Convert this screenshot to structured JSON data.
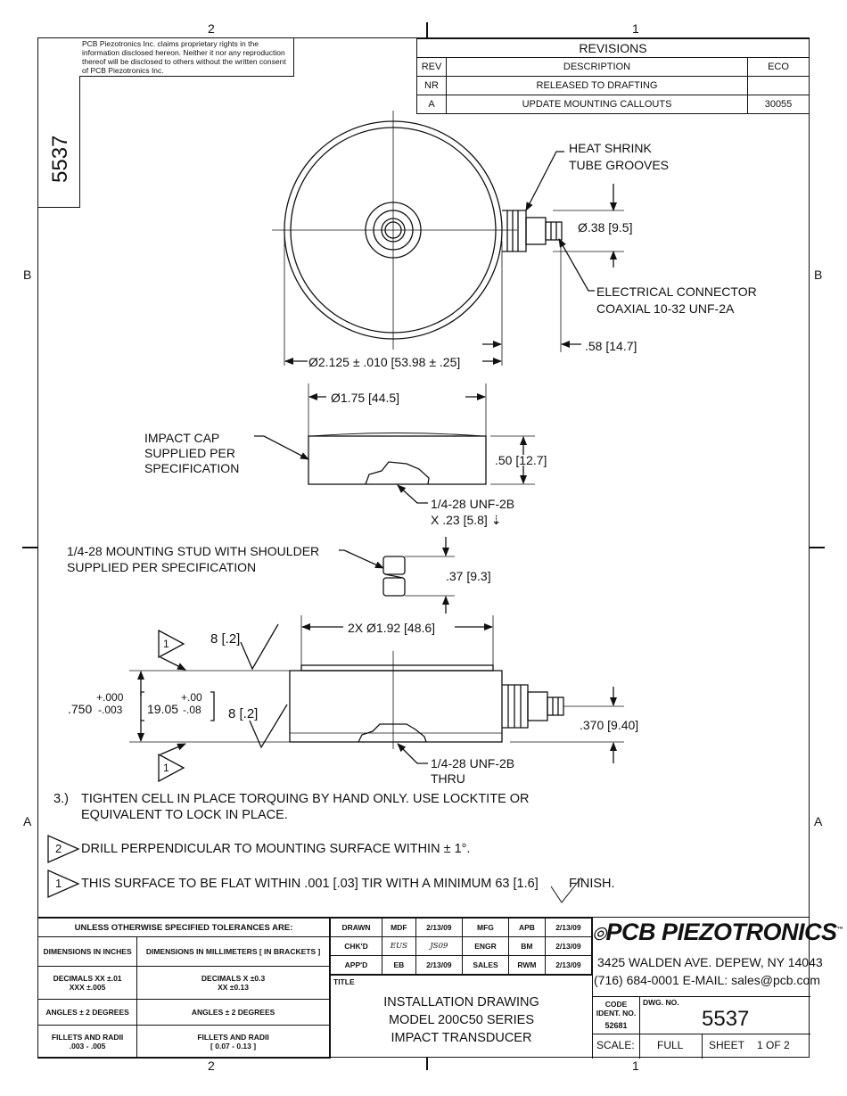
{
  "zones": {
    "top_left": "2",
    "top_right": "1",
    "bottom_left": "2",
    "bottom_right": "1",
    "left_upper": "B",
    "right_upper": "B",
    "left_lower": "A",
    "right_lower": "A"
  },
  "proprietary_notice": "PCB Piezotronics Inc. claims proprietary rights in the information disclosed hereon. Neither it nor any reproduction thereof will be disclosed to others without the written consent of PCB Piezotronics Inc.",
  "drawing_number_side": "5537",
  "revisions": {
    "title": "REVISIONS",
    "headers": {
      "rev": "REV",
      "description": "DESCRIPTION",
      "eco": "ECO"
    },
    "rows": [
      {
        "rev": "NR",
        "description": "RELEASED TO DRAFTING",
        "eco": ""
      },
      {
        "rev": "A",
        "description": "UPDATE MOUNTING CALLOUTS",
        "eco": "30055"
      }
    ]
  },
  "callouts": {
    "heat_shrink_1": "HEAT SHRINK",
    "heat_shrink_2": "TUBE GROOVES",
    "connector_dia": "Ø.38 [9.5]",
    "elec_conn_1": "ELECTRICAL CONNECTOR",
    "elec_conn_2": "COAXIAL 10-32 UNF-2A",
    "body_dia": "Ø2.125 ± .010 [53.98 ± .25]",
    "conn_len": ".58 [14.7]",
    "cap_dia": "Ø1.75 [44.5]",
    "impact_cap_1": "IMPACT CAP",
    "impact_cap_2": "SUPPLIED PER",
    "impact_cap_3": "SPECIFICATION",
    "cap_height": ".50 [12.7]",
    "thread_1": "1/4-28 UNF-2B",
    "thread_2": "X .23 [5.8] ⇣",
    "stud_1": "1/4-28 MOUNTING STUD WITH SHOULDER",
    "stud_2": "SUPPLIED PER SPECIFICATION",
    "stud_len": ".37 [9.3]",
    "base_dia": "2X Ø1.92 [48.6]",
    "finish_top": "8 [.2]",
    "finish_bot": "8 [.2]",
    "height_in": ".750",
    "tol_in_plus": "+.000",
    "tol_in_minus": "-.003",
    "height_mm": "19.05",
    "tol_mm_plus": "+.00",
    "tol_mm_minus": "-.08",
    "flag_1_top": "1",
    "flag_1_bot": "1",
    "conn_height": ".370 [9.40]",
    "thru_1": "1/4-28 UNF-2B",
    "thru_2": "THRU"
  },
  "notes": {
    "n3_num": "3.)",
    "n3_line1": "TIGHTEN CELL IN PLACE TORQUING BY HAND ONLY.  USE LOCKTITE OR",
    "n3_line2": "EQUIVALENT TO LOCK IN PLACE.",
    "n2_flag": "2",
    "n2_text": "DRILL PERPENDICULAR TO MOUNTING SURFACE WITHIN ± 1°.",
    "n1_flag": "1",
    "n1_text": "THIS SURFACE TO BE FLAT WITHIN .001 [.03] TIR WITH A MINIMUM 63 [1.6]",
    "n1_finish": "FINISH."
  },
  "tolerances": {
    "title": "UNLESS OTHERWISE SPECIFIED TOLERANCES ARE:",
    "in_header": "DIMENSIONS IN INCHES",
    "mm_header": "DIMENSIONS IN MILLIMETERS [ IN BRACKETS ]",
    "in_dec": "DECIMALS   XX  ±.01\nXXX  ±.005",
    "mm_dec": "DECIMALS   X  ±0.3\nXX  ±0.13",
    "in_ang": "ANGLES ± 2 DEGREES",
    "mm_ang": "ANGLES ± 2 DEGREES",
    "in_fil": "FILLETS AND RADII\n.003 - .005",
    "mm_fil": "FILLETS AND RADII\n[ 0.07 - 0.13 ]"
  },
  "approvals": [
    [
      "DRAWN",
      "MDF",
      "2/13/09",
      "MFG",
      "APB",
      "2/13/09"
    ],
    [
      "CHK'D",
      "EUS",
      "JS09",
      "ENGR",
      "BM",
      "2/13/09"
    ],
    [
      "APP'D",
      "EB",
      "2/13/09",
      "SALES",
      "RWM",
      "2/13/09"
    ]
  ],
  "title_label": "TITLE",
  "title": [
    "INSTALLATION DRAWING",
    "MODEL 200C50 SERIES",
    "IMPACT TRANSDUCER"
  ],
  "company": {
    "name": "PCB PIEZOTRONICS",
    "tm": "™",
    "address": "3425 WALDEN AVE. DEPEW, NY 14043",
    "contact": "(716)  684-0001 E-MAIL:  sales@pcb.com"
  },
  "code_ident_label": "CODE IDENT. NO.",
  "code_ident": "52681",
  "dwg_no_label": "DWG. NO.",
  "dwg_no": "5537",
  "scale_label": "SCALE:",
  "scale": "FULL",
  "sheet_label": "SHEET",
  "sheet": "1 OF 2"
}
